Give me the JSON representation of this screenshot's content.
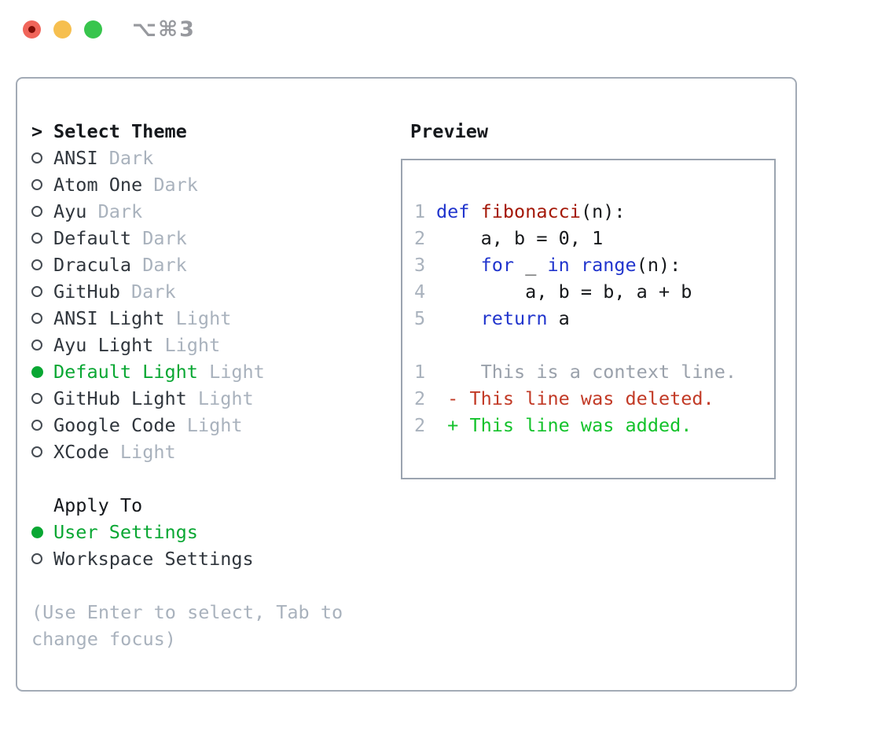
{
  "window": {
    "shortcut": "⌥⌘3"
  },
  "traffic_lights": {
    "close": "red-with-dot",
    "minimize": "yellow",
    "zoom": "green"
  },
  "theme_panel": {
    "prompt": ">",
    "title": "Select Theme",
    "items": [
      {
        "name": "ANSI",
        "variant": "Dark",
        "selected": false
      },
      {
        "name": "Atom One",
        "variant": "Dark",
        "selected": false
      },
      {
        "name": "Ayu",
        "variant": "Dark",
        "selected": false
      },
      {
        "name": "Default",
        "variant": "Dark",
        "selected": false
      },
      {
        "name": "Dracula",
        "variant": "Dark",
        "selected": false
      },
      {
        "name": "GitHub",
        "variant": "Dark",
        "selected": false
      },
      {
        "name": "ANSI Light",
        "variant": "Light",
        "selected": false
      },
      {
        "name": "Ayu Light",
        "variant": "Light",
        "selected": false
      },
      {
        "name": "Default Light",
        "variant": "Light",
        "selected": true
      },
      {
        "name": "GitHub Light",
        "variant": "Light",
        "selected": false
      },
      {
        "name": "Google Code",
        "variant": "Light",
        "selected": false
      },
      {
        "name": "XCode",
        "variant": "Light",
        "selected": false
      }
    ],
    "apply_to": {
      "title": "Apply To",
      "options": [
        {
          "label": "User Settings",
          "selected": true
        },
        {
          "label": "Workspace Settings",
          "selected": false
        }
      ]
    },
    "hint_line1": "(Use Enter to select, Tab to",
    "hint_line2": "change focus)"
  },
  "preview": {
    "title": "Preview",
    "lines": [
      {
        "num": "1",
        "segments": [
          {
            "text": "def",
            "style": "kw"
          },
          {
            "text": " ",
            "style": "pl"
          },
          {
            "text": "fibonacci",
            "style": "fn"
          },
          {
            "text": "(n):",
            "style": "pl"
          }
        ]
      },
      {
        "num": "2",
        "segments": [
          {
            "text": "    a, b = 0, 1",
            "style": "pl"
          }
        ]
      },
      {
        "num": "3",
        "segments": [
          {
            "text": "    ",
            "style": "pl"
          },
          {
            "text": "for",
            "style": "kw"
          },
          {
            "text": " _ ",
            "style": "pl"
          },
          {
            "text": "in",
            "style": "kw"
          },
          {
            "text": " ",
            "style": "pl"
          },
          {
            "text": "range",
            "style": "kw"
          },
          {
            "text": "(n):",
            "style": "pl"
          }
        ]
      },
      {
        "num": "4",
        "segments": [
          {
            "text": "        a, b = b, a + b",
            "style": "pl"
          }
        ]
      },
      {
        "num": "5",
        "segments": [
          {
            "text": "    ",
            "style": "pl"
          },
          {
            "text": "return",
            "style": "kw"
          },
          {
            "text": " a",
            "style": "pl"
          }
        ]
      },
      {
        "num": "",
        "segments": []
      },
      {
        "num": "1",
        "segments": [
          {
            "text": "    This is a context line.",
            "style": "ctx"
          }
        ]
      },
      {
        "num": "2",
        "segments": [
          {
            "text": " - This line was deleted.",
            "style": "del"
          }
        ]
      },
      {
        "num": "2",
        "segments": [
          {
            "text": " + This line was added.",
            "style": "add"
          }
        ]
      }
    ]
  },
  "colors": {
    "accent_green": "#09a733",
    "keyword_blue": "#2135cd",
    "function_red": "#a41808",
    "deleted_red": "#c23a26",
    "added_green": "#13c22b",
    "context_gray": "#9aa1ab",
    "muted_gray": "#a9b2bd",
    "ink": "#15181c",
    "item_ink": "#30363d",
    "code_ink": "#16181b",
    "border_gray": "#a3abb6",
    "light_red": "#f0655a",
    "light_red_dot": "#7f0d06",
    "light_yellow": "#f6bf4f",
    "light_green": "#38c54d",
    "shortcut_gray": "#97999e"
  }
}
